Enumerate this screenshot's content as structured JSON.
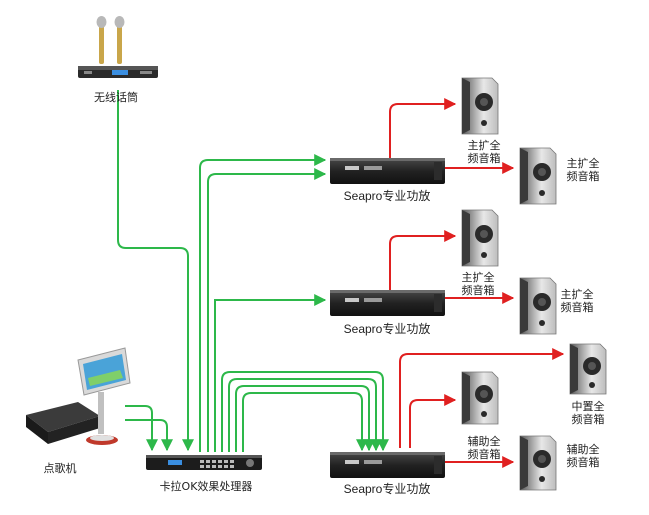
{
  "devices": {
    "mic_label": "无线话筒",
    "player_label": "点歌机",
    "processor_label": "卡拉OK效果处理器",
    "amps": [
      {
        "label": "Seapro专业功放"
      },
      {
        "label": "Seapro专业功放"
      },
      {
        "label": "Seapro专业功放"
      }
    ]
  },
  "speakers": {
    "amp1_left": [
      "主扩全",
      "频音箱"
    ],
    "amp1_right": [
      "主扩全",
      "频音箱"
    ],
    "amp2_left": [
      "主扩全",
      "频音箱"
    ],
    "amp2_right": [
      "主扩全",
      "频音箱"
    ],
    "amp3_center": [
      "中置全",
      "频音箱"
    ],
    "amp3_left": [
      "辅助全",
      "频音箱"
    ],
    "amp3_right": [
      "辅助全",
      "频音箱"
    ]
  },
  "colors": {
    "audio_signal": "#2db84a",
    "speaker_signal": "#e02020",
    "equipment_body": "#1f1f1f"
  }
}
